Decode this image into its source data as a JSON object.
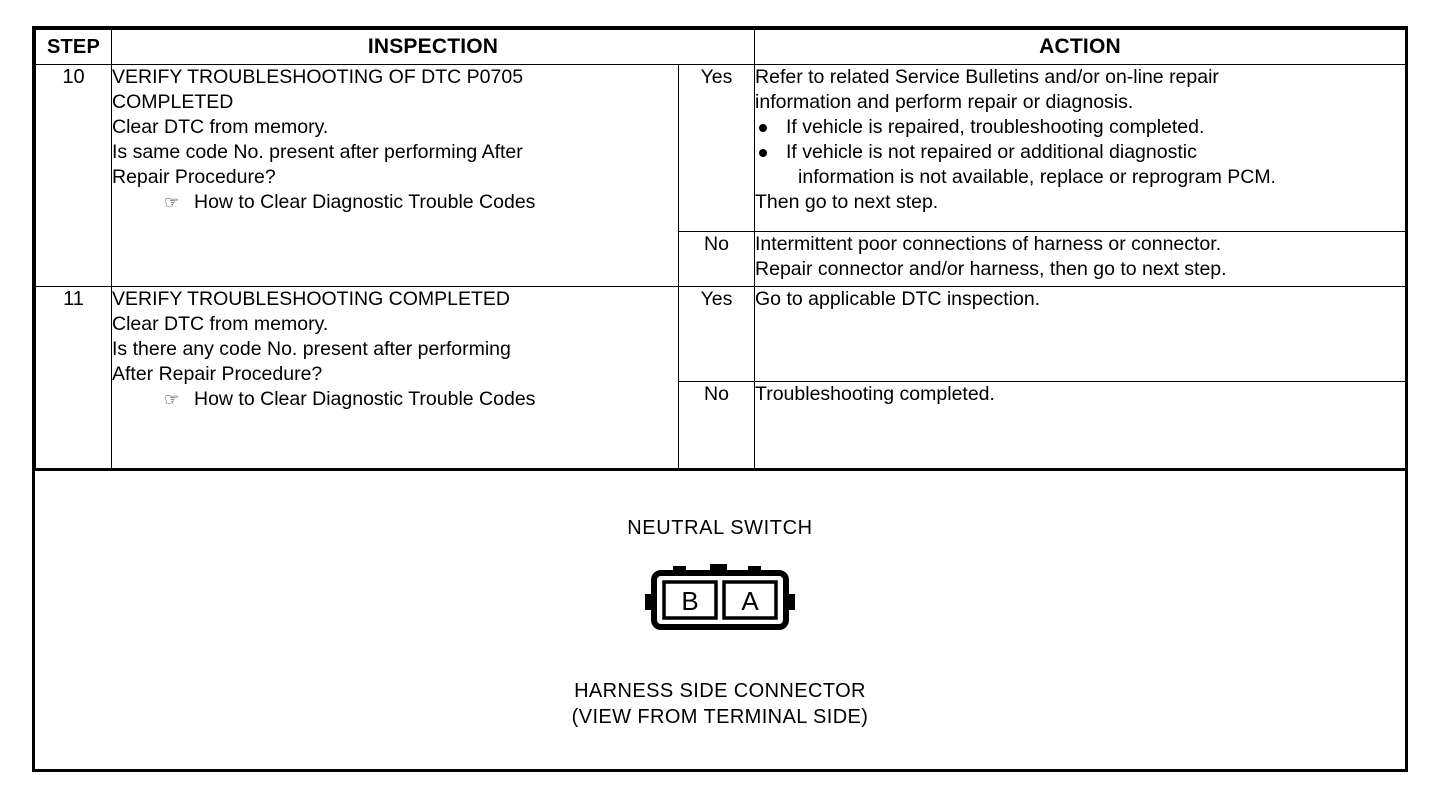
{
  "table": {
    "headers": {
      "step": "STEP",
      "inspection": "INSPECTION",
      "action": "ACTION"
    },
    "rows": [
      {
        "step": "10",
        "inspection": {
          "title_line1": "VERIFY TROUBLESHOOTING OF DTC P0705",
          "title_line2": "COMPLETED",
          "body_line1": "Clear DTC from memory.",
          "body_line2": "Is same code No. present after performing After",
          "body_line3": "Repair Procedure?",
          "reference_icon": "pointing-hand-icon",
          "reference": "How to Clear Diagnostic Trouble Codes"
        },
        "answers": [
          {
            "label": "Yes",
            "action_line1": "Refer to related Service Bulletins and/or on-line repair",
            "action_line2": "information and perform repair or diagnosis.",
            "bullets": [
              {
                "line1": "If vehicle is repaired, troubleshooting completed.",
                "line2": ""
              },
              {
                "line1": "If vehicle is not repaired or additional diagnostic",
                "line2": "information is not available, replace or reprogram PCM."
              }
            ],
            "action_line3": "Then go to next step."
          },
          {
            "label": "No",
            "action_line1": "Intermittent poor connections of harness or connector.",
            "action_line2": "Repair connector and/or harness, then go to next step.",
            "bullets": [],
            "action_line3": ""
          }
        ]
      },
      {
        "step": "11",
        "inspection": {
          "title_line1": "VERIFY TROUBLESHOOTING COMPLETED",
          "title_line2": "",
          "body_line1": "Clear DTC from memory.",
          "body_line2": "Is there any code No. present after performing",
          "body_line3": "After Repair Procedure?",
          "reference_icon": "pointing-hand-icon",
          "reference": "How to Clear Diagnostic Trouble Codes"
        },
        "answers": [
          {
            "label": "Yes",
            "action_line1": "Go to applicable DTC inspection.",
            "action_line2": "",
            "bullets": [],
            "action_line3": ""
          },
          {
            "label": "No",
            "action_line1": "Troubleshooting completed.",
            "action_line2": "",
            "bullets": [],
            "action_line3": ""
          }
        ]
      }
    ]
  },
  "diagram": {
    "title": "NEUTRAL SWITCH",
    "connector": {
      "name": "harness-side-connector",
      "cavities": [
        "B",
        "A"
      ]
    },
    "caption_line1": "HARNESS SIDE CONNECTOR",
    "caption_line2": "(VIEW FROM TERMINAL SIDE)"
  },
  "colors": {
    "ink": "#000000",
    "paper": "#ffffff"
  }
}
